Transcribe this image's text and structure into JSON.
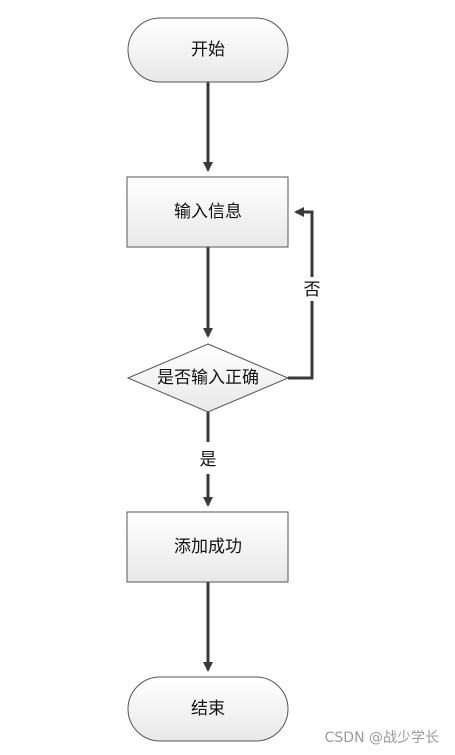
{
  "nodes": {
    "start": {
      "label": "开始",
      "shape": "terminator"
    },
    "input_info": {
      "label": "输入信息",
      "shape": "process"
    },
    "check_input": {
      "label": "是否输入正确",
      "shape": "decision"
    },
    "add_success": {
      "label": "添加成功",
      "shape": "process"
    },
    "end": {
      "label": "结束",
      "shape": "terminator"
    }
  },
  "edges": {
    "no_label": "否",
    "yes_label": "是"
  },
  "colors": {
    "node_fill_top": "#ffffff",
    "node_fill_bottom": "#e9e9e9",
    "node_stroke": "#555555",
    "arrow": "#3a3a3a"
  },
  "watermark": "CSDN @战少学长"
}
